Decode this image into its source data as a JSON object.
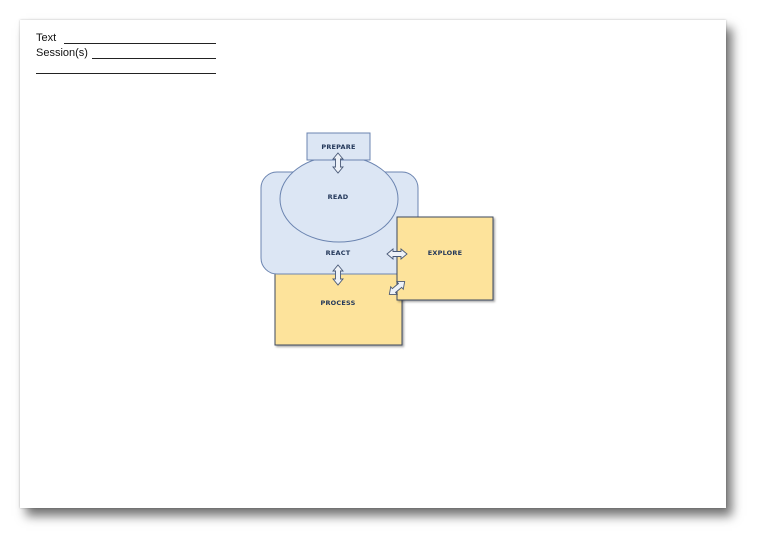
{
  "header_fields": {
    "text_label": "Text",
    "session_label": "Session(s)"
  },
  "diagram": {
    "prepare": "PREPARE",
    "read": "READ",
    "react": "REACT",
    "explore": "EXPLORE",
    "process": "PROCESS"
  },
  "colors": {
    "blue_fill": "#dce6f4",
    "blue_stroke": "#6b84b0",
    "yellow_fill": "#fde39b",
    "yellow_stroke": "#3d4a5f",
    "label": "#24385a"
  }
}
